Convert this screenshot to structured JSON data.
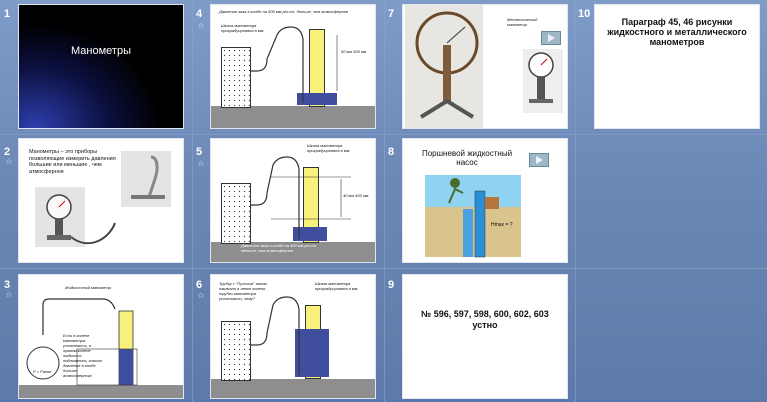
{
  "slides": {
    "s1": {
      "num": "1",
      "title": "Манометры"
    },
    "s2": {
      "num": "2",
      "text": "Манометры – это приборы позволяющие измерить давления большие или меньшие , чем атмосферное"
    },
    "s3": {
      "num": "3",
      "caption": "Жидкостный манометр",
      "note": "Если в колене манометра установить, в правом колене жидкость поднимется, значит давление в колбе больше атмосферного",
      "formula": "P = Pатм"
    },
    "s4": {
      "num": "4",
      "note1": "Давление газа в колбе на 500 мм рт.ст. больше, чем атмосферное",
      "note2": "Шкала манометра проградуирована в мм.",
      "scale": "50 мм 500 мм"
    },
    "s5": {
      "num": "5",
      "note1": "Шкала манометра проградуирована в мм.",
      "scale": "40 мм 400 мм",
      "note2": "Давление газа в колбе на 400 мм рт.ст. меньше, чем атмосферное"
    },
    "s6": {
      "num": "6",
      "note1": "Трубку с \"Пустым\" газом накачали в левое колено, трубки манометра установили, чему?",
      "note2": "Шкала манометра проградуирована в мм."
    },
    "s7": {
      "num": "7",
      "caption": "Металлический манометр"
    },
    "s8": {
      "num": "8",
      "title": "Поршневой жидкостный насос",
      "label": "Hmax = ?"
    },
    "s9": {
      "num": "9",
      "text": "№ 596, 597, 598, 600, 602, 603 устно"
    },
    "s10": {
      "num": "10",
      "text": "Параграф 45, 46 рисунки жидкостного и металлического манометров"
    }
  },
  "star_glyph": "☆"
}
